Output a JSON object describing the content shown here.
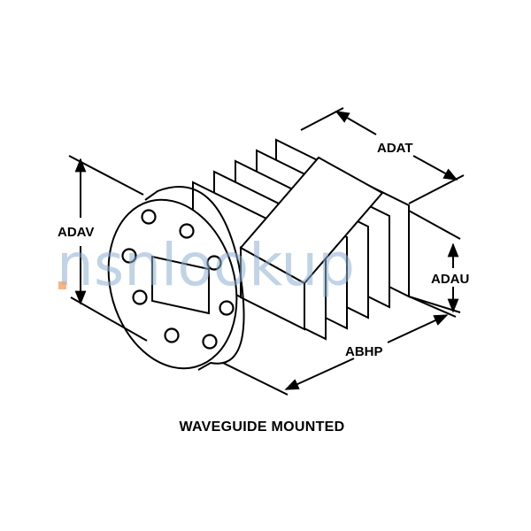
{
  "caption": "WAVEGUIDE MOUNTED",
  "dimensions": {
    "adat": "ADAT",
    "adav": "ADAV",
    "adau": "ADAU",
    "abhp": "ABHP"
  },
  "watermark": "nsnlookup",
  "colors": {
    "line": "#000000",
    "watermark": "#8fb0d2",
    "watermark_dot": "#f0a56c"
  }
}
